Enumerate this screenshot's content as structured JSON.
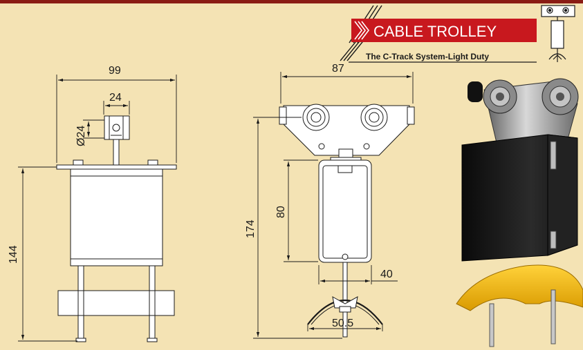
{
  "header": {
    "title": "CABLE TROLLEY",
    "subtitle": "The C-Track System-Light Duty",
    "bar_color": "#8a1c14",
    "title_bg_color": "#c8181e",
    "background_color": "#f4e3b4"
  },
  "side_view": {
    "dims": {
      "width_top": "99",
      "bracket_width": "24",
      "bolt_diameter": "Ø24",
      "height": "144"
    }
  },
  "front_view": {
    "dims": {
      "wheel_span": "87",
      "body_height": "80",
      "total_height": "174",
      "bolt_offset": "40",
      "clamp_width": "50.5"
    }
  },
  "photo": {
    "icon": "cable-trolley-photo"
  }
}
